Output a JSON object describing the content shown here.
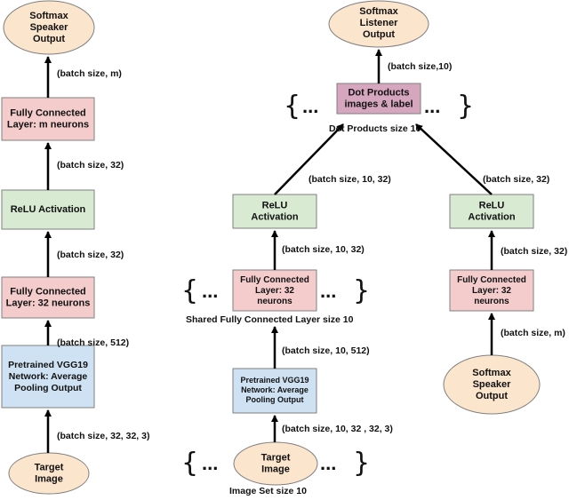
{
  "nodes": {
    "left_target": "Target\nImage",
    "left_vgg": "Pretrained VGG19\nNetwork: Average\nPooling Output",
    "left_fc32": "Fully Connected\nLayer: 32 neurons",
    "left_relu": "ReLU Activation",
    "left_fcm": "Fully Connected\nLayer: m neurons",
    "left_softmax": "Softmax\nSpeaker\nOutput",
    "mid_target": "Target\nImage",
    "mid_vgg": "Pretrained VGG19\nNetwork: Average\nPooling Output",
    "mid_fc": "Fully Connected\nLayer: 32\nneurons",
    "mid_relu": "ReLU\nActivation",
    "dot_products": "Dot Products\nimages & label",
    "listener": "Softmax\nListener\nOutput",
    "right_softmax": "Softmax\nSpeaker\nOutput",
    "right_fc": "Fully Connected\nLayer: 32\nneurons",
    "right_relu": "ReLU\nActivation"
  },
  "edge_labels": {
    "l1": "(batch size, 32, 32, 3)",
    "l2": "(batch size, 512)",
    "l3": "(batch size, 32)",
    "l4": "(batch size, 32)",
    "l5": "(batch size, m)",
    "m1": "(batch size, 10, 32 , 32, 3)",
    "m2": "(batch size, 10, 512)",
    "m3": "(batch size, 10, 32)",
    "m4": "(batch size, 10, 32)",
    "m5": "(batch size,10)",
    "r1": "(batch size, m)",
    "r2": "(batch size, 32)",
    "r3": "(batch size, 32)"
  },
  "captions": {
    "image_set": "Image Set size 10",
    "shared_fc": "Shared Fully Connected Layer size 10",
    "dot_size": "Dot Products size 10"
  },
  "ellipsis": "...",
  "colors": {
    "input_fill": "#fbe5cd",
    "vgg_fill": "#cfe2f3",
    "fc_fill": "#f4cccc",
    "relu_fill": "#d9ead3",
    "dot_fill": "#d5a6bd",
    "stroke": "#7f7f7f"
  }
}
